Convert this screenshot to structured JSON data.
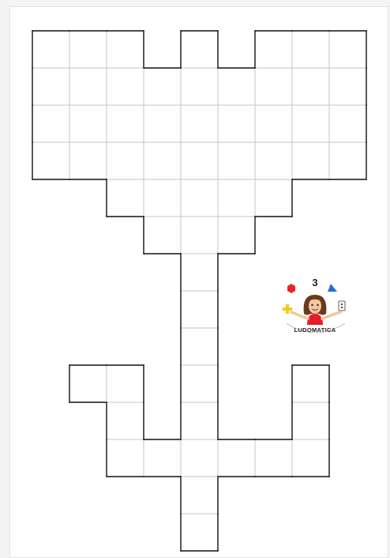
{
  "puzzle": {
    "shape": "flower",
    "level": "3",
    "brand": "LUDOMATICA",
    "colors": {
      "outline": "#111111",
      "grid": "#c4c4c4",
      "cell": "#ffffff",
      "red_piece": "#e8251f",
      "yellow_piece": "#f2c81a",
      "blue_piece": "#1f6fd6",
      "card": "#ffffff",
      "hair": "#6b3a1e",
      "skin": "#f2c6a0",
      "dress": "#e61e2b"
    },
    "rows": [
      [
        0,
        1,
        2,
        4,
        6,
        7,
        8
      ],
      [
        0,
        1,
        2,
        3,
        4,
        5,
        6,
        7,
        8
      ],
      [
        0,
        1,
        2,
        3,
        4,
        5,
        6,
        7,
        8
      ],
      [
        0,
        1,
        2,
        3,
        4,
        5,
        6,
        7,
        8
      ],
      [
        2,
        3,
        4,
        5,
        6
      ],
      [
        3,
        4,
        5
      ],
      [
        4
      ],
      [
        4
      ],
      [
        4
      ],
      [
        1,
        2,
        4,
        7
      ],
      [
        2,
        4,
        7
      ],
      [
        2,
        3,
        4,
        5,
        6,
        7
      ],
      [
        4
      ],
      [
        4
      ]
    ]
  }
}
